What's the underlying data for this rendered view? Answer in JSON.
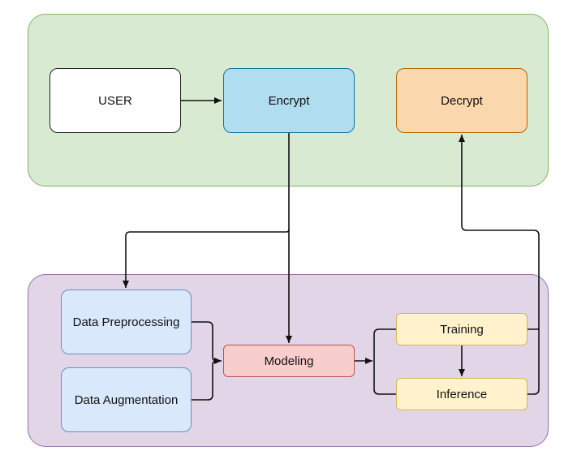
{
  "nodes": {
    "user": "USER",
    "encrypt": "Encrypt",
    "decrypt": "Decrypt",
    "data_preprocessing": "Data Preprocessing",
    "data_augmentation": "Data Augmentation",
    "modeling": "Modeling",
    "training": "Training",
    "inference": "Inference"
  },
  "colors": {
    "top_region_fill": "#d9ead3",
    "bottom_region_fill": "#e1d5e7",
    "encrypt_fill": "#b1ddf0",
    "decrypt_fill": "#fad7ac",
    "data_fill": "#dae8fc",
    "modeling_fill": "#f8cecc",
    "training_fill": "#fff2cc"
  },
  "edges": [
    {
      "from": "user",
      "to": "encrypt"
    },
    {
      "from": "encrypt",
      "to": "data_preprocessing"
    },
    {
      "from": "encrypt",
      "to": "modeling"
    },
    {
      "from": "data_preprocessing",
      "to": "modeling"
    },
    {
      "from": "data_augmentation",
      "to": "modeling"
    },
    {
      "from": "modeling",
      "to": "training"
    },
    {
      "from": "modeling",
      "to": "inference"
    },
    {
      "from": "training",
      "to": "inference"
    },
    {
      "from": "training",
      "to": "decrypt"
    },
    {
      "from": "inference",
      "to": "decrypt"
    }
  ]
}
